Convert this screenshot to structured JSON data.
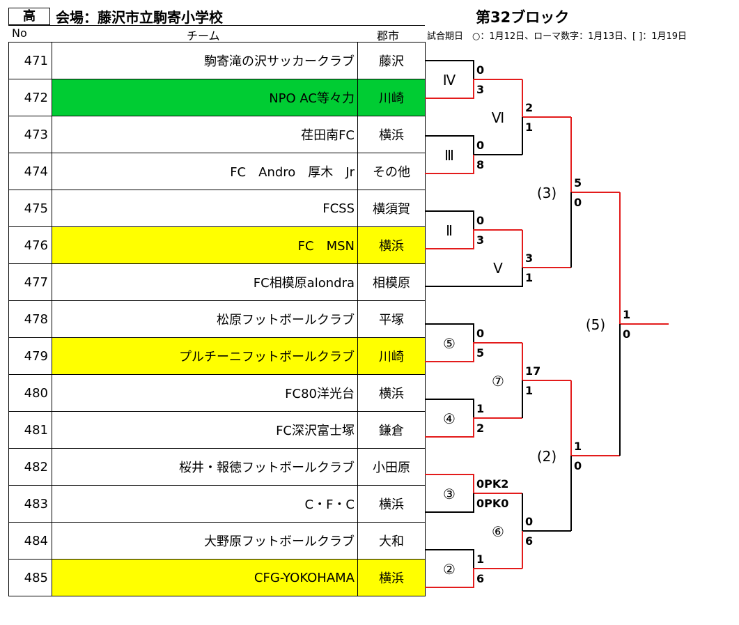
{
  "header": {
    "division": "高",
    "venue": "会場：藤沢市立駒寄小学校",
    "block": "第32ブロック",
    "note": "試合期日　○：1月12日、ローマ数字：1月13日、[ ]：1月19日",
    "col_no": "No",
    "col_team": "チーム",
    "col_city": "郡市"
  },
  "colors": {
    "winner_line": "#e31b1b",
    "line": "#000000",
    "green": "#00cc33",
    "yellow": "#ffff00"
  },
  "teams": [
    {
      "no": "471",
      "name": "駒寄滝の沢サッカークラブ",
      "city": "藤沢",
      "highlight": ""
    },
    {
      "no": "472",
      "name": "NPO AC等々力",
      "city": "川崎",
      "highlight": "green"
    },
    {
      "no": "473",
      "name": "荏田南FC",
      "city": "横浜",
      "highlight": ""
    },
    {
      "no": "474",
      "name": "FC　Andro　厚木　Jr",
      "city": "その他",
      "highlight": ""
    },
    {
      "no": "475",
      "name": "FCSS",
      "city": "横須賀",
      "highlight": ""
    },
    {
      "no": "476",
      "name": "FC　MSN",
      "city": "横浜",
      "highlight": "yellow"
    },
    {
      "no": "477",
      "name": "FC相模原alondra",
      "city": "相模原",
      "highlight": ""
    },
    {
      "no": "478",
      "name": "松原フットボールクラブ",
      "city": "平塚",
      "highlight": ""
    },
    {
      "no": "479",
      "name": "プルチーニフットボールクラブ",
      "city": "川崎",
      "highlight": "yellow"
    },
    {
      "no": "480",
      "name": "FC80洋光台",
      "city": "横浜",
      "highlight": ""
    },
    {
      "no": "481",
      "name": "FC深沢富士塚",
      "city": "鎌倉",
      "highlight": ""
    },
    {
      "no": "482",
      "name": "桜井・報徳フットボールクラブ",
      "city": "小田原",
      "highlight": ""
    },
    {
      "no": "483",
      "name": "C・F・C",
      "city": "横浜",
      "highlight": ""
    },
    {
      "no": "484",
      "name": "大野原フットボールクラブ",
      "city": "大和",
      "highlight": ""
    },
    {
      "no": "485",
      "name": "CFG-YOKOHAMA",
      "city": "横浜",
      "highlight": "yellow"
    }
  ],
  "bracket": {
    "rounds": {
      "r1_a": "Ⅳ",
      "r1_b": "Ⅲ",
      "r1_c": "Ⅱ",
      "r1_d": "⑤",
      "r1_e": "④",
      "r1_f": "③",
      "r1_g": "②",
      "r2_a": "Ⅵ",
      "r2_b": "Ⅴ",
      "r2_c": "⑦",
      "r2_d": "⑥",
      "r3_a": "(3)",
      "r3_b": "(2)",
      "final": "(5)"
    },
    "scores": {
      "m1_top": "0",
      "m1_bot": "3",
      "m2_top": "0",
      "m2_bot": "8",
      "m3_top": "0",
      "m3_bot": "3",
      "m4_top": "0",
      "m4_bot": "5",
      "m5_top": "1",
      "m5_bot": "2",
      "m6_top": "0PK2",
      "m6_bot": "0PK0",
      "m7_top": "1",
      "m7_bot": "6",
      "m8_top": "2",
      "m8_bot": "1",
      "m9_top": "3",
      "m9_bot": "1",
      "m10_top": "17",
      "m10_bot": "1",
      "m11_top": "0",
      "m11_bot": "6",
      "m12_top": "5",
      "m12_bot": "0",
      "m13_top": "1",
      "m13_bot": "0",
      "m14_top": "1",
      "m14_bot": "0"
    }
  }
}
